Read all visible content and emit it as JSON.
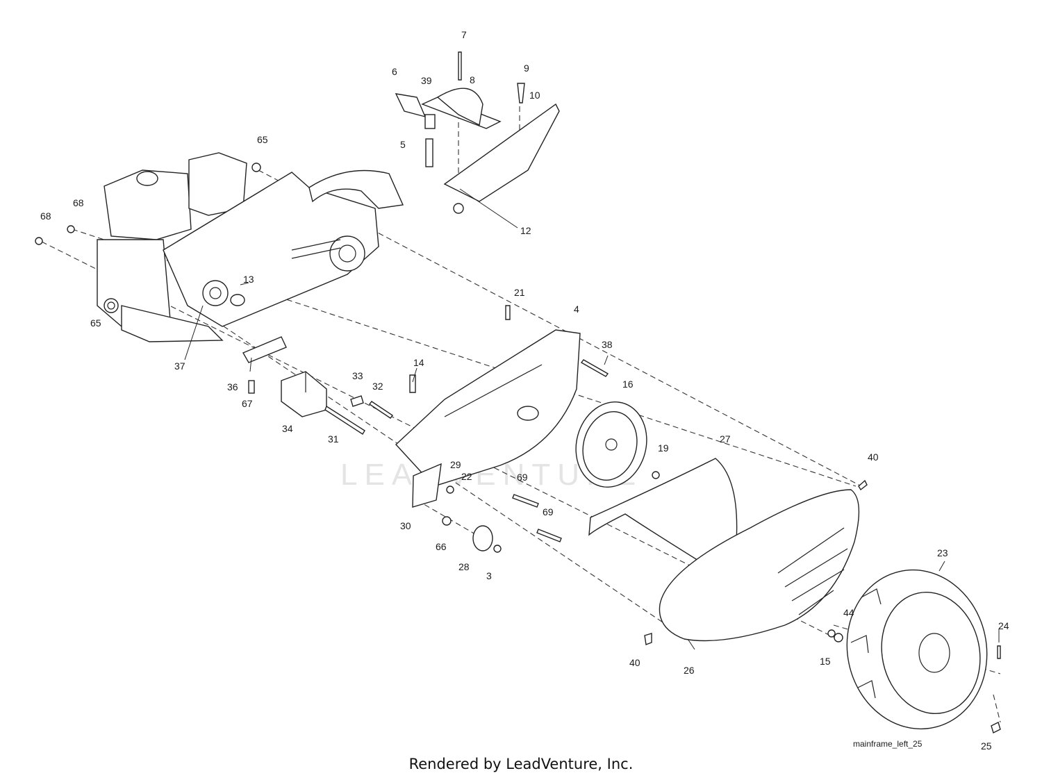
{
  "diagram": {
    "watermark": "LEADVENTURE",
    "reference_code": "mainframe_left_25",
    "credit": "Rendered by LeadVenture, Inc.",
    "callouts": [
      {
        "num": "3"
      },
      {
        "num": "4"
      },
      {
        "num": "5"
      },
      {
        "num": "6"
      },
      {
        "num": "7"
      },
      {
        "num": "8"
      },
      {
        "num": "9"
      },
      {
        "num": "10"
      },
      {
        "num": "12"
      },
      {
        "num": "13"
      },
      {
        "num": "14"
      },
      {
        "num": "15"
      },
      {
        "num": "16"
      },
      {
        "num": "19"
      },
      {
        "num": "21"
      },
      {
        "num": "22"
      },
      {
        "num": "23"
      },
      {
        "num": "24"
      },
      {
        "num": "25"
      },
      {
        "num": "26"
      },
      {
        "num": "27"
      },
      {
        "num": "28"
      },
      {
        "num": "29"
      },
      {
        "num": "30"
      },
      {
        "num": "31"
      },
      {
        "num": "32"
      },
      {
        "num": "33"
      },
      {
        "num": "34"
      },
      {
        "num": "36"
      },
      {
        "num": "37"
      },
      {
        "num": "38"
      },
      {
        "num": "39"
      },
      {
        "num": "40"
      },
      {
        "num": "40"
      },
      {
        "num": "44"
      },
      {
        "num": "65"
      },
      {
        "num": "65"
      },
      {
        "num": "66"
      },
      {
        "num": "67"
      },
      {
        "num": "68"
      },
      {
        "num": "68"
      },
      {
        "num": "69"
      },
      {
        "num": "69"
      }
    ]
  }
}
